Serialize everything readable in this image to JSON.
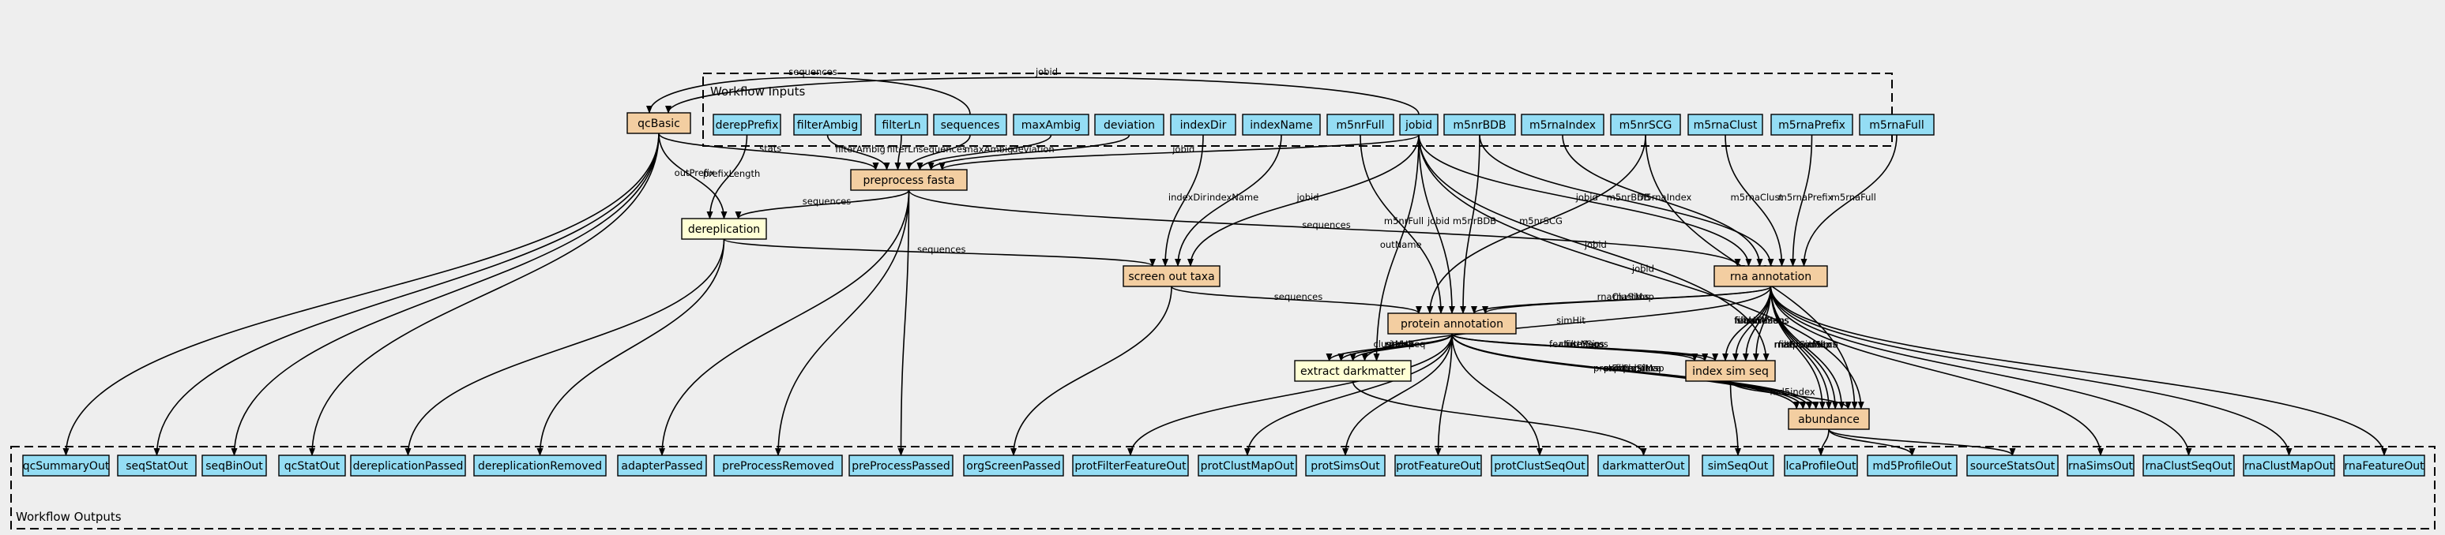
{
  "clusters": {
    "inputs": "Workflow Inputs",
    "outputs": "Workflow Outputs"
  },
  "colors": {
    "io_node": "#94ddf4",
    "step_node": "#f3cea1",
    "tool_node": "#ffffd5",
    "background": "#eeeeee"
  },
  "inputs": [
    "derepPrefix",
    "filterAmbig",
    "filterLn",
    "sequences",
    "maxAmbig",
    "deviation",
    "indexDir",
    "indexName",
    "m5nrFull",
    "jobid",
    "m5nrBDB",
    "m5rnaIndex",
    "m5nrSCG",
    "m5rnaClust",
    "m5rnaPrefix",
    "m5rnaFull"
  ],
  "steps": [
    "qcBasic",
    "preprocess fasta",
    "dereplication",
    "screen out taxa",
    "rna annotation",
    "protein annotation",
    "extract darkmatter",
    "index sim seq",
    "abundance"
  ],
  "outputs": [
    "qcSummaryOut",
    "seqStatOut",
    "seqBinOut",
    "qcStatOut",
    "dereplicationPassed",
    "dereplicationRemoved",
    "adapterPassed",
    "preProcessRemoved",
    "preProcessPassed",
    "orgScreenPassed",
    "protFilterFeatureOut",
    "protClustMapOut",
    "protSimsOut",
    "protFeatureOut",
    "protClustSeqOut",
    "darkmatterOut",
    "simSeqOut",
    "lcaProfileOut",
    "md5ProfileOut",
    "sourceStatsOut",
    "rnaSimsOut",
    "rnaClustSeqOut",
    "rnaClustMapOut",
    "rnaFeatureOut"
  ],
  "edge_labels": [
    "sequences",
    "jobid",
    "stats",
    "outPrefix",
    "prefixLength",
    "filterAmbig",
    "filterLn",
    "maxAmbig",
    "deviation",
    "indexDir",
    "indexName",
    "m5nrSCG",
    "outName",
    "m5nrFull",
    "m5nrBDB",
    "m5rnaIndex",
    "m5rnaClust",
    "m5rnaPrefix",
    "m5rnaFull",
    "rnaClustMap",
    "rnaSims",
    "clustMap",
    "simHit",
    "geneSeq",
    "filterSims",
    "featureSeqs",
    "clustMaps",
    "expandSims",
    "protExpandLca",
    "protClustMap",
    "rnaExpandLca",
    "md5index"
  ]
}
